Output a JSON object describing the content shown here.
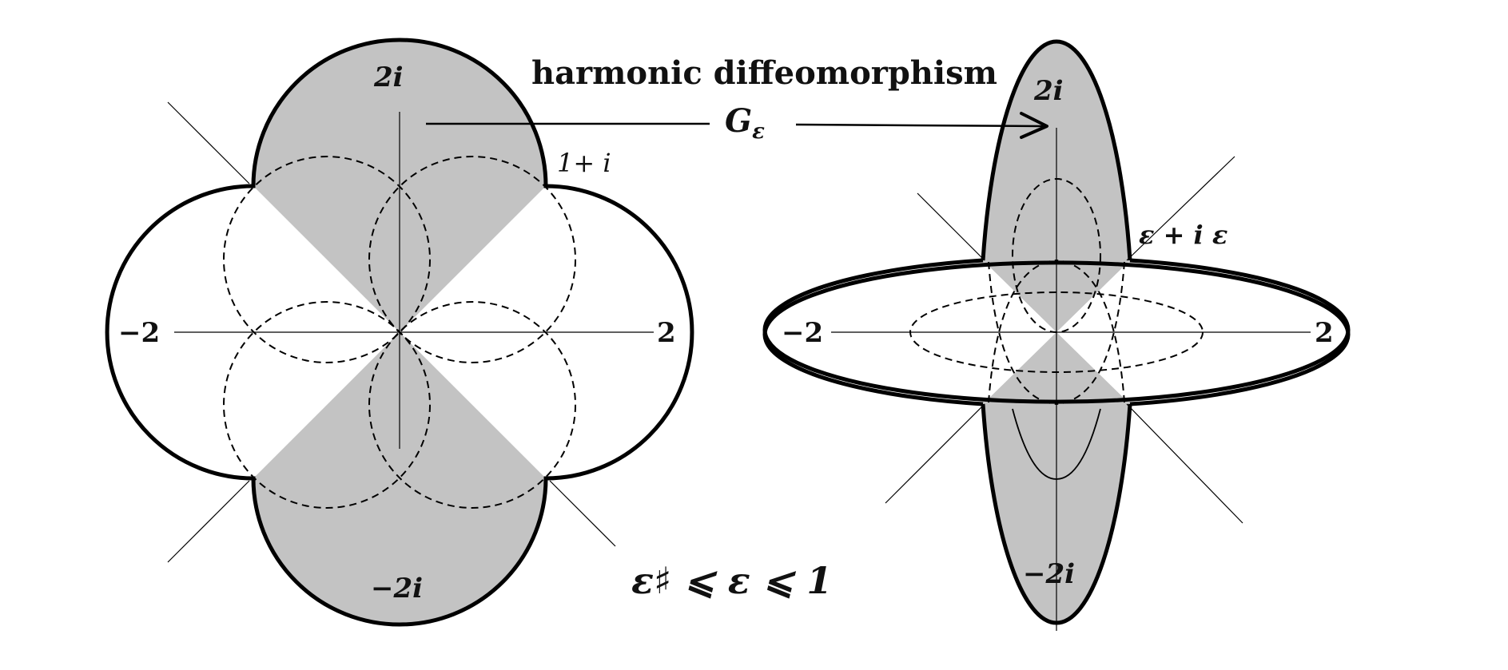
{
  "caption": {
    "map_name": "harmonic diffeomorphism",
    "map_symbol": "G",
    "map_subscript": "ε",
    "parameter_range": "ε♯ ⩽ ε ⩽ 1"
  },
  "left_domain": {
    "label_top": "2i",
    "label_bottom": "−2i",
    "label_left": "−2",
    "label_right": "2",
    "label_corner": "1+ i"
  },
  "right_domain": {
    "label_top": "2i",
    "label_bottom": "−2i",
    "label_left": "−2",
    "label_right": "2",
    "label_corner": "ε + i ε"
  },
  "colors": {
    "shade": "#c3c3c3",
    "stroke": "#000000"
  }
}
